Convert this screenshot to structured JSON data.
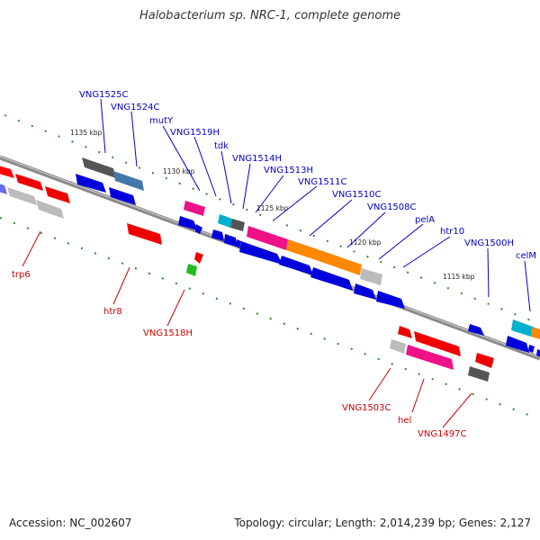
{
  "title": "Halobacterium sp. NRC-1, complete genome",
  "footer": {
    "accession": "Accession: NC_002607",
    "topology": "Topology: circular; Length: 2,014,239 bp; Genes: 2,127"
  },
  "colors": {
    "backbone": "#8a8a8a",
    "top_label": "#0000cc",
    "bottom_label": "#cc0000",
    "tick": "#2a8a2a"
  },
  "kbp_labels": [
    "1135 kbp",
    "1130 kbp",
    "1125 kbp",
    "1120 kbp",
    "1115 kbp"
  ],
  "top_labels": [
    "VNG1525C",
    "VNG1524C",
    "mutY",
    "VNG1519H",
    "tdk",
    "VNG1514H",
    "VNG1513H",
    "VNG1511C",
    "VNG1510C",
    "VNG1508C",
    "pelA",
    "htr10",
    "VNG1500H",
    "celM"
  ],
  "bottom_labels": [
    "trp6",
    "htr8",
    "VNG1518H",
    "VNG1503C",
    "hel",
    "VNG1497C"
  ]
}
